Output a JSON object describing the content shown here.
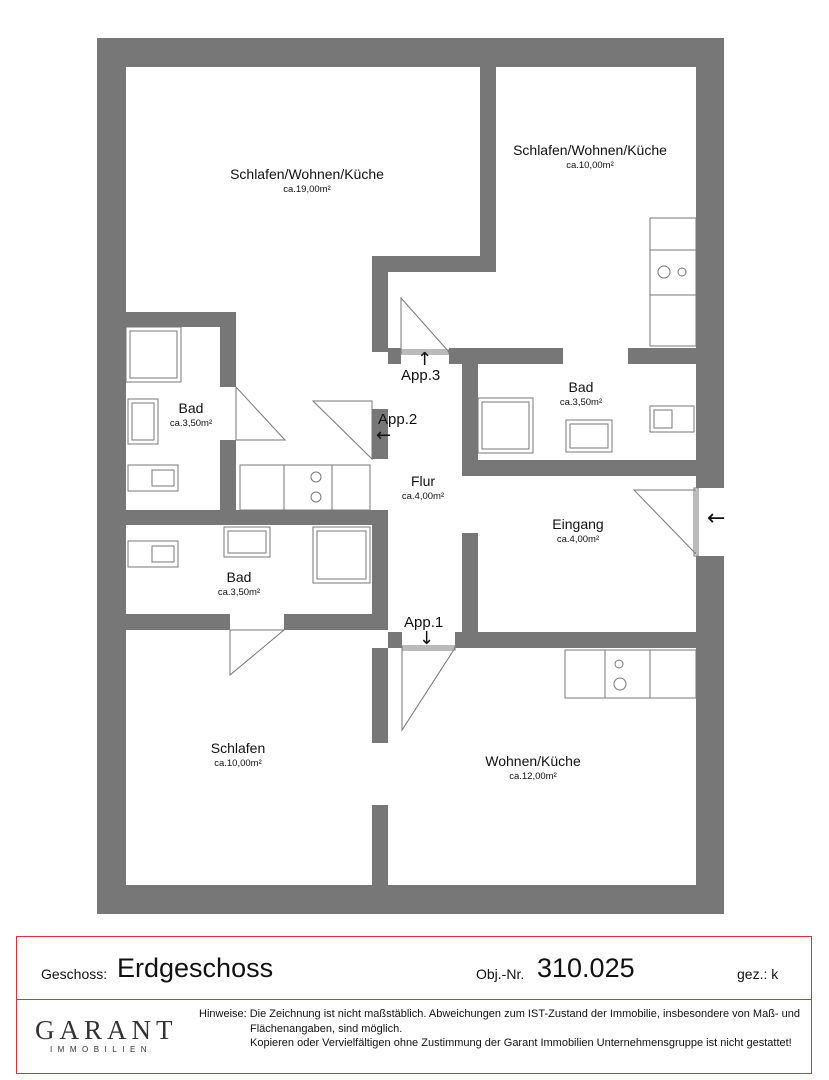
{
  "colors": {
    "wall": "#777777",
    "fixture_line": "#888888",
    "frame": "#d9323a"
  },
  "rooms": {
    "wohnung3_swk": {
      "name": "Schlafen/Wohnen/Küche",
      "area": "ca.19,00m²"
    },
    "wohnung2_swk": {
      "name": "Schlafen/Wohnen/Küche",
      "area": "ca.10,00m²"
    },
    "bad_left": {
      "name": "Bad",
      "area": "ca.3,50m²"
    },
    "bad_right": {
      "name": "Bad",
      "area": "ca.3,50m²"
    },
    "bad_middle": {
      "name": "Bad",
      "area": "ca.3,50m²"
    },
    "flur": {
      "name": "Flur",
      "area": "ca.4,00m²"
    },
    "eingang": {
      "name": "Eingang",
      "area": "ca.4,00m²"
    },
    "schlafen": {
      "name": "Schlafen",
      "area": "ca.10,00m²"
    },
    "wohnen_kueche": {
      "name": "Wohnen/Küche",
      "area": "ca.12,00m²"
    }
  },
  "apartments": {
    "app1": "App.1",
    "app2": "App.2",
    "app3": "App.3"
  },
  "arrows": {
    "app1": "↓",
    "app2": "←",
    "app3": "↑",
    "entrance": "←"
  },
  "footer": {
    "floor_label": "Geschoss:",
    "floor_value": "Erdgeschoss",
    "obj_label": "Obj.-Nr.",
    "obj_value": "310.025",
    "drawn_label": "gez.: k",
    "notes": [
      "Hinweise: Die Zeichnung ist nicht maßstäblich. Abweichungen zum IST-Zustand der Immobilie, insbesondere von Maß- und",
      "Flächenangaben, sind möglich.",
      "Kopieren oder Vervielfältigen ohne Zustimmung der Garant Immobilien Unternehmensgruppe ist nicht gestattet!"
    ],
    "logo_word": "GARANT",
    "logo_sub": "IMMOBILIEN"
  }
}
